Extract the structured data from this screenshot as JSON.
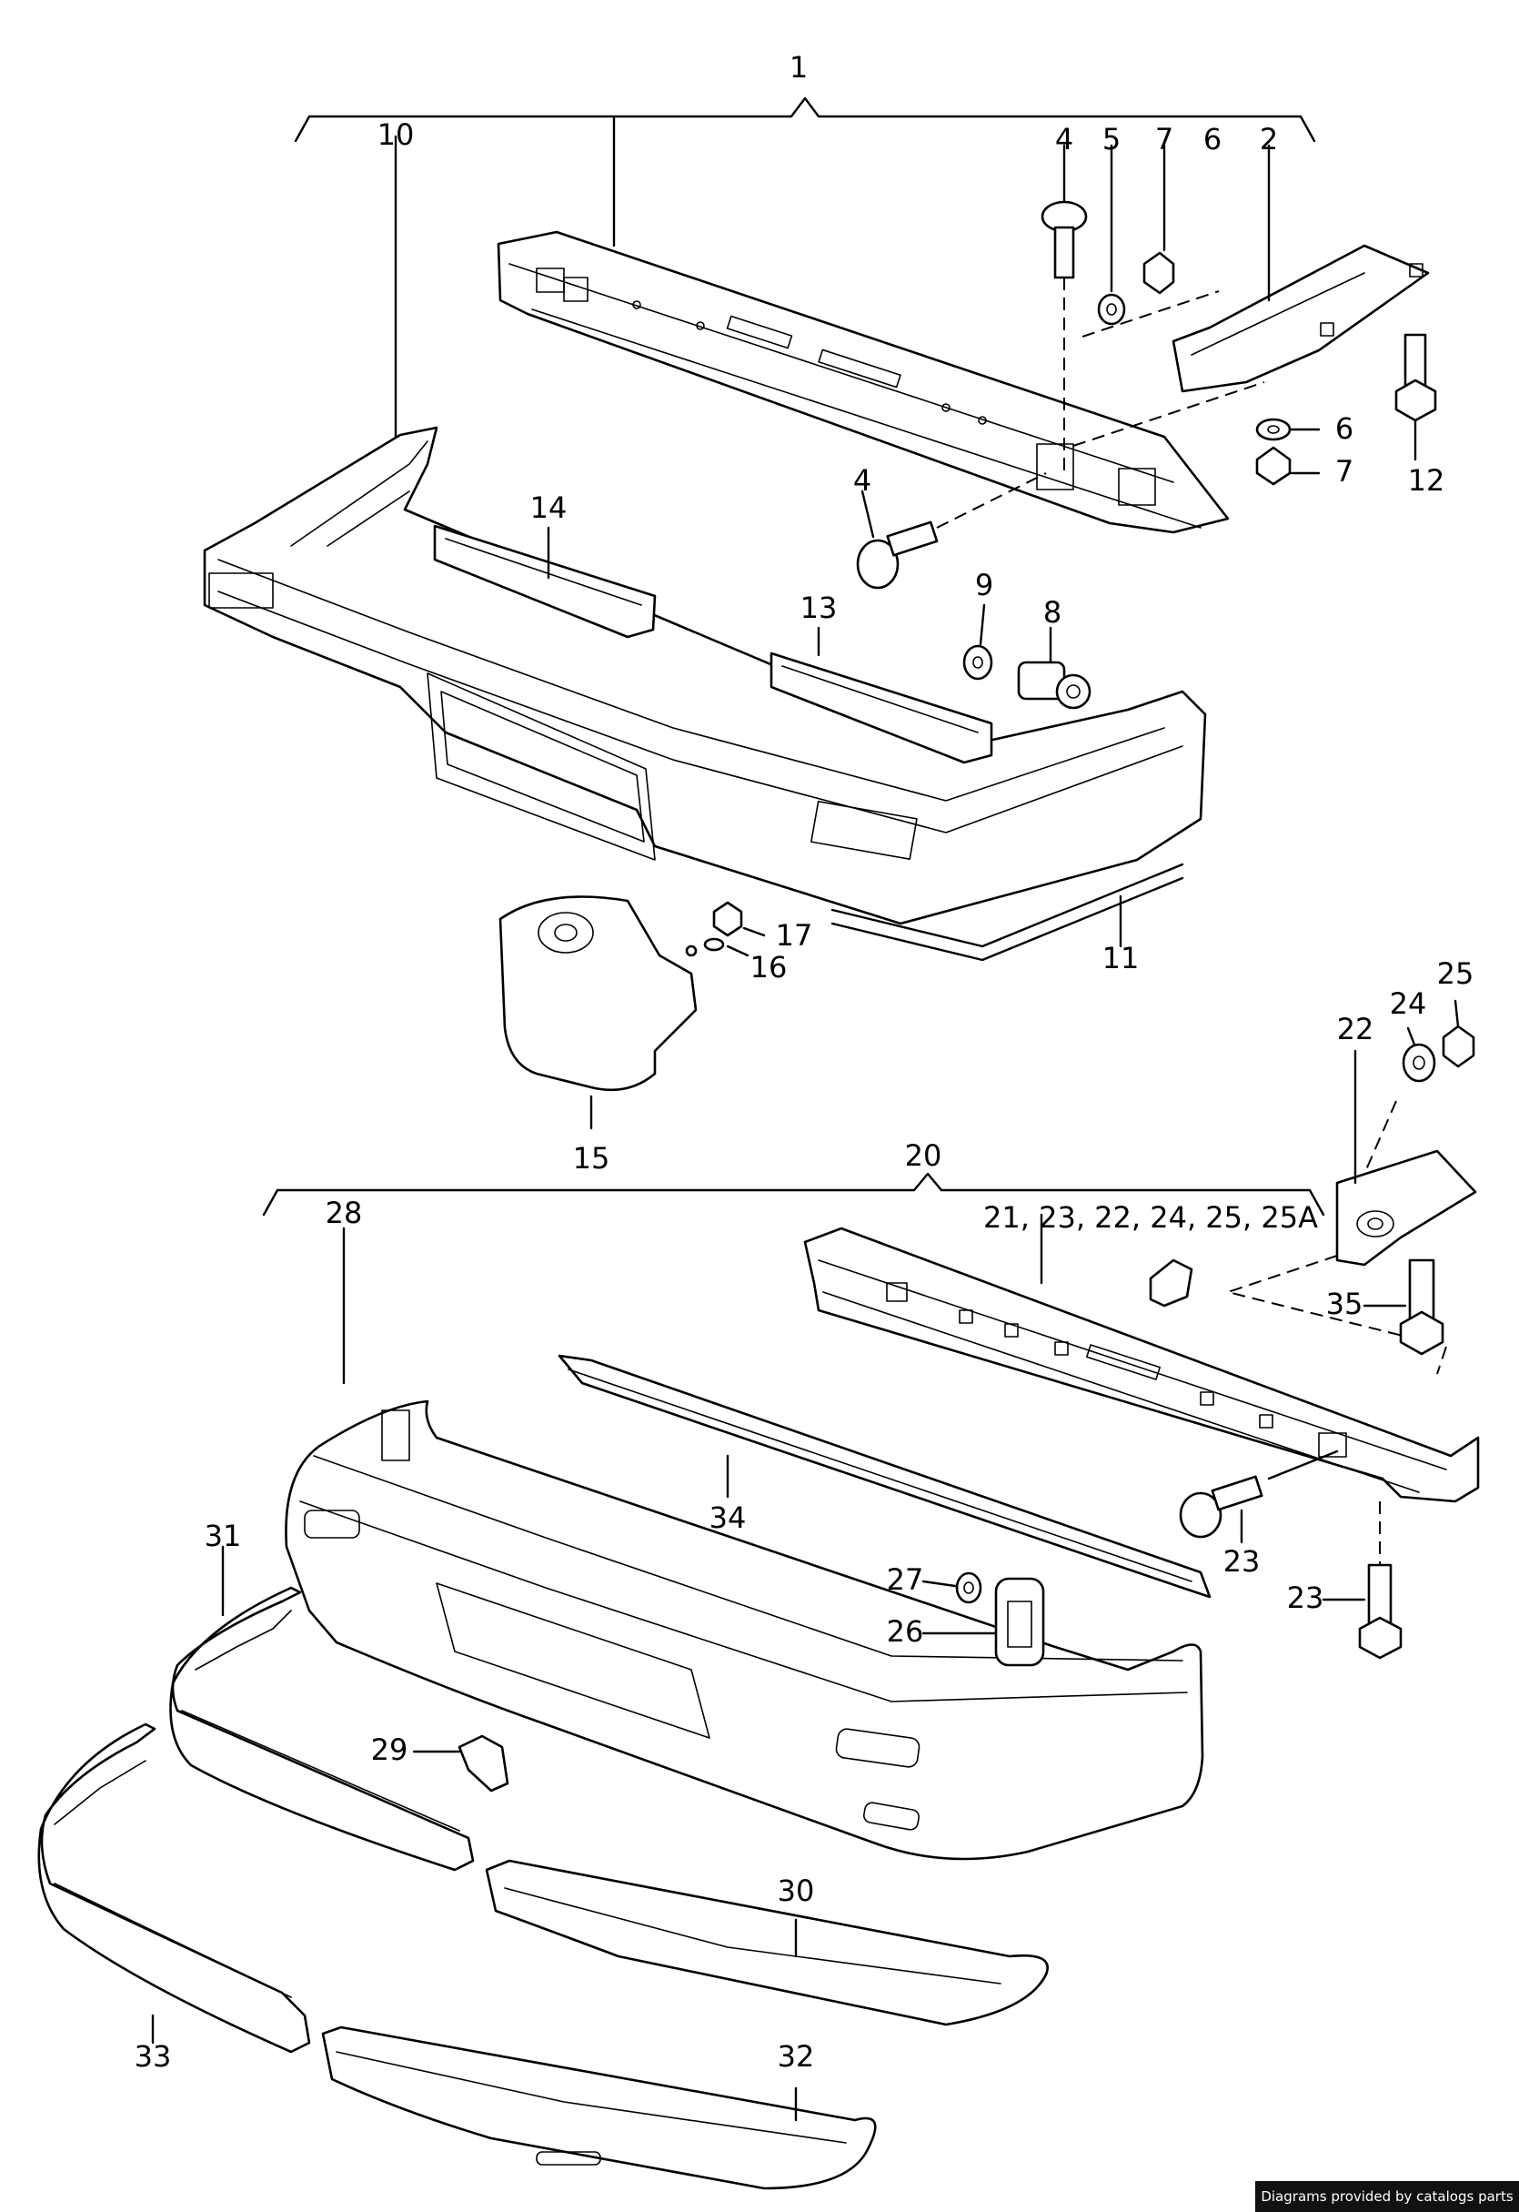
{
  "labels": {
    "l1": "1",
    "l2": "2",
    "l4a": "4",
    "l4b": "4",
    "l5": "5",
    "l6a": "6",
    "l6b": "6",
    "l7a": "7",
    "l7b": "7",
    "l8": "8",
    "l9": "9",
    "l10": "10",
    "l11": "11",
    "l12": "12",
    "l13": "13",
    "l14": "14",
    "l15": "15",
    "l16": "16",
    "l17": "17",
    "l20": "20",
    "l21": "21, 23, 22, 24, 25, 25A",
    "l22": "22",
    "l23a": "23",
    "l23b": "23",
    "l24": "24",
    "l25": "25",
    "l26": "26",
    "l27": "27",
    "l28": "28",
    "l29": "29",
    "l30": "30",
    "l31": "31",
    "l32": "32",
    "l33": "33",
    "l34": "34",
    "l35": "35"
  },
  "credit": "Diagrams provided by catalogs parts"
}
